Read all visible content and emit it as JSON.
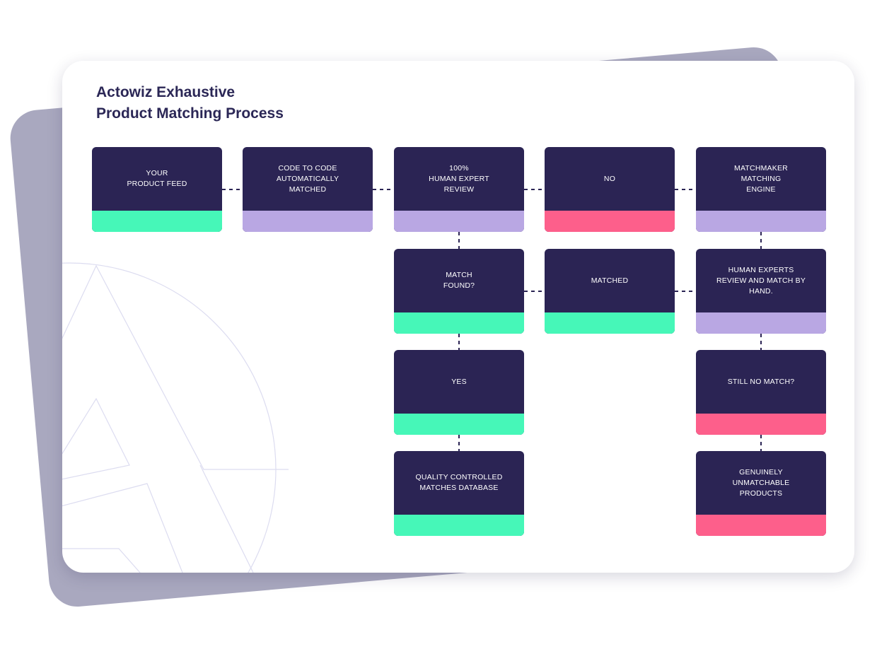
{
  "title": {
    "line1": "Actowiz Exhaustive",
    "line2": "Product Matching Process"
  },
  "colors": {
    "box": "#2b2454",
    "green": "#46f7b8",
    "purple": "#b9a7e3",
    "pink": "#fd5f8b",
    "connector": "#2b2454"
  },
  "nodes": {
    "product_feed": {
      "label": "YOUR\nPRODUCT FEED",
      "status": "green"
    },
    "code_to_code": {
      "label": "CODE TO CODE\nAUTOMATICALLY\nMATCHED",
      "status": "purple"
    },
    "human_review": {
      "label": "100%\nHUMAN EXPERT\nREVIEW",
      "status": "purple"
    },
    "no": {
      "label": "NO",
      "status": "pink"
    },
    "matchmaker": {
      "label": "MATCHMAKER\nMATCHING\nENGINE",
      "status": "purple"
    },
    "match_found": {
      "label": "MATCH\nFOUND?",
      "status": "green"
    },
    "matched": {
      "label": "MATCHED",
      "status": "green"
    },
    "human_hand": {
      "label": "HUMAN EXPERTS\nREVIEW AND MATCH BY\nHAND.",
      "status": "purple"
    },
    "yes": {
      "label": "YES",
      "status": "green"
    },
    "still_no_match": {
      "label": "STILL NO MATCH?",
      "status": "pink"
    },
    "quality_db": {
      "label": "QUALITY CONTROLLED\nMATCHES DATABASE",
      "status": "green"
    },
    "unmatchable": {
      "label": "GENUINELY\nUNMATCHABLE\nPRODUCTS",
      "status": "pink"
    }
  },
  "edges": [
    [
      "product_feed",
      "code_to_code"
    ],
    [
      "code_to_code",
      "human_review"
    ],
    [
      "human_review",
      "no"
    ],
    [
      "no",
      "matchmaker"
    ],
    [
      "human_review",
      "match_found"
    ],
    [
      "match_found",
      "matched"
    ],
    [
      "matched",
      "human_hand"
    ],
    [
      "matchmaker",
      "human_hand"
    ],
    [
      "match_found",
      "yes"
    ],
    [
      "yes",
      "quality_db"
    ],
    [
      "human_hand",
      "still_no_match"
    ],
    [
      "still_no_match",
      "unmatchable"
    ]
  ]
}
